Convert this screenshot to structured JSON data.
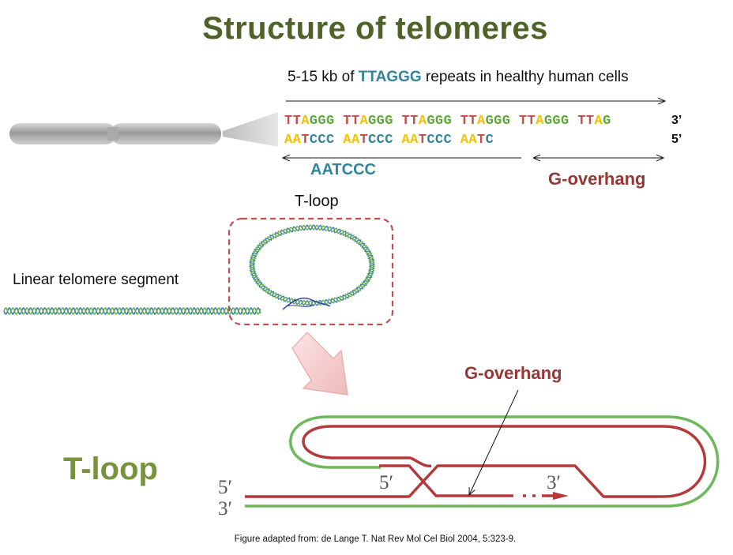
{
  "title": "Structure of telomeres",
  "subtitle": {
    "prefix": "5-15 kb of ",
    "highlight": "TTAGGG",
    "suffix": " repeats in healthy human cells"
  },
  "sequence": {
    "top_strand": [
      {
        "text": "TT",
        "color": "#c0504d"
      },
      {
        "text": "A",
        "color": "#f2c200"
      },
      {
        "text": "GGG ",
        "color": "#5aa833"
      },
      {
        "text": "TT",
        "color": "#c0504d"
      },
      {
        "text": "A",
        "color": "#f2c200"
      },
      {
        "text": "GGG ",
        "color": "#5aa833"
      },
      {
        "text": "TT",
        "color": "#c0504d"
      },
      {
        "text": "A",
        "color": "#f2c200"
      },
      {
        "text": "GGG ",
        "color": "#5aa833"
      },
      {
        "text": "TT",
        "color": "#c0504d"
      },
      {
        "text": "A",
        "color": "#f2c200"
      },
      {
        "text": "GGG ",
        "color": "#5aa833"
      },
      {
        "text": "TT",
        "color": "#c0504d"
      },
      {
        "text": "A",
        "color": "#f2c200"
      },
      {
        "text": "GGG ",
        "color": "#5aa833"
      },
      {
        "text": "TT",
        "color": "#c0504d"
      },
      {
        "text": "A",
        "color": "#f2c200"
      },
      {
        "text": "G",
        "color": "#5aa833"
      }
    ],
    "bottom_strand": [
      {
        "text": "AA",
        "color": "#f2c200"
      },
      {
        "text": "T",
        "color": "#c0504d"
      },
      {
        "text": "CCC ",
        "color": "#31849b"
      },
      {
        "text": "AA",
        "color": "#f2c200"
      },
      {
        "text": "T",
        "color": "#c0504d"
      },
      {
        "text": "CCC ",
        "color": "#31849b"
      },
      {
        "text": "AA",
        "color": "#f2c200"
      },
      {
        "text": "T",
        "color": "#c0504d"
      },
      {
        "text": "CCC ",
        "color": "#31849b"
      },
      {
        "text": "AA",
        "color": "#f2c200"
      },
      {
        "text": "T",
        "color": "#c0504d"
      },
      {
        "text": "C",
        "color": "#31849b"
      }
    ],
    "top_end": "3’",
    "bottom_end": "5’"
  },
  "labels": {
    "aatccc": "AATCCC",
    "g_overhang_top": "G-overhang",
    "t_loop_small": "T-loop",
    "linear_segment": "Linear telomere segment",
    "g_overhang_bottom": "G-overhang",
    "t_loop_big": "T-loop",
    "fig_5prime": "5′",
    "fig_3prime": "3′",
    "fig_inner_5prime": "5′",
    "fig_inner_3prime": "3′"
  },
  "caption": "Figure adapted from: de Lange T. Nat Rev Mol Cel Biol 2004, 5:323-9.",
  "colors": {
    "title": "#4f6228",
    "tloop_title": "#77933c",
    "accent_teal": "#31849b",
    "accent_red": "#953735",
    "strand_green": "#6cb85a",
    "strand_red": "#b5383a",
    "dashed_box": "#c0504d"
  }
}
